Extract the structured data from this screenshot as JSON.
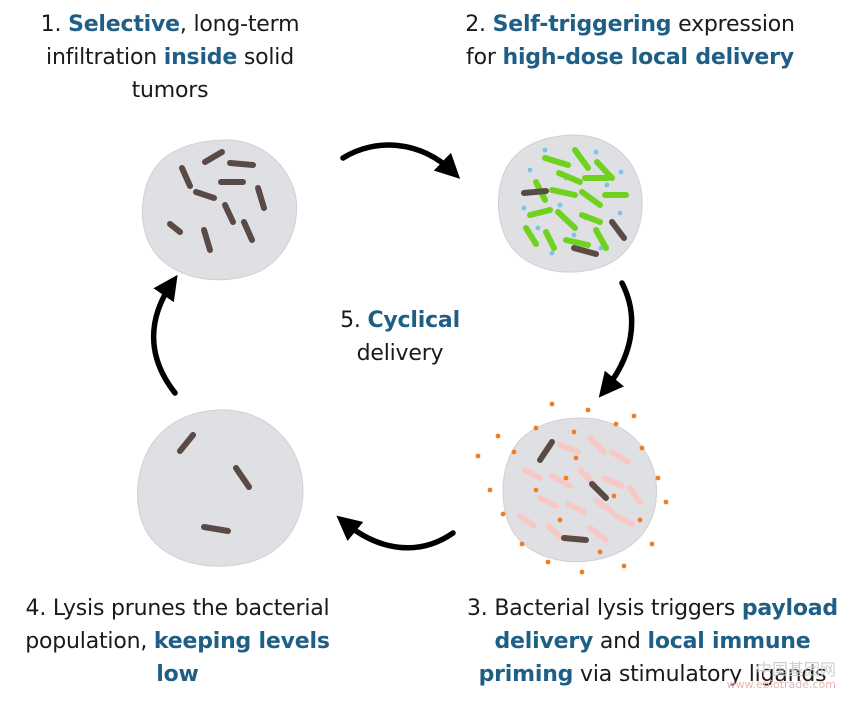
{
  "steps": [
    {
      "lines": [
        [
          {
            "t": "1. "
          },
          {
            "t": "Selective",
            "h": true
          },
          {
            "t": ", long-term"
          }
        ],
        [
          {
            "t": "infiltration "
          },
          {
            "t": "inside",
            "h": true
          },
          {
            "t": " solid"
          }
        ],
        [
          {
            "t": "tumors"
          }
        ]
      ]
    },
    {
      "lines": [
        [
          {
            "t": "2. "
          },
          {
            "t": "Self-triggering",
            "h": true
          },
          {
            "t": " expression"
          }
        ],
        [
          {
            "t": "for "
          },
          {
            "t": "high-dose local delivery",
            "h": true
          }
        ]
      ]
    },
    {
      "lines": [
        [
          {
            "t": "3. Bacterial lysis triggers "
          },
          {
            "t": "payload",
            "h": true
          }
        ],
        [
          {
            "t": "delivery",
            "h": true
          },
          {
            "t": " and "
          },
          {
            "t": "local immune",
            "h": true
          }
        ],
        [
          {
            "t": "priming",
            "h": true
          },
          {
            "t": " via stimulatory ligands"
          }
        ]
      ]
    },
    {
      "lines": [
        [
          {
            "t": "4. Lysis prunes the bacterial"
          }
        ],
        [
          {
            "t": "population, "
          },
          {
            "t": "keeping levels",
            "h": true
          }
        ],
        [
          {
            "t": "low",
            "h": true
          }
        ]
      ]
    },
    {
      "lines": [
        [
          {
            "t": "5. "
          },
          {
            "t": "Cyclical",
            "h": true
          }
        ],
        [
          {
            "t": "delivery"
          }
        ]
      ]
    }
  ],
  "watermark": {
    "zh": "中国基因网",
    "en": "www.ebiotrade.com"
  },
  "colors": {
    "highlight": "#1f5f86",
    "tumor": "#dfe0e3",
    "bacterium": "#5a4a45",
    "expressing": "#6fd21e",
    "droplet": "#7ec3e6",
    "payload": "#f07d1f",
    "debris": "#f7c9c6",
    "arrow": "#000000"
  }
}
